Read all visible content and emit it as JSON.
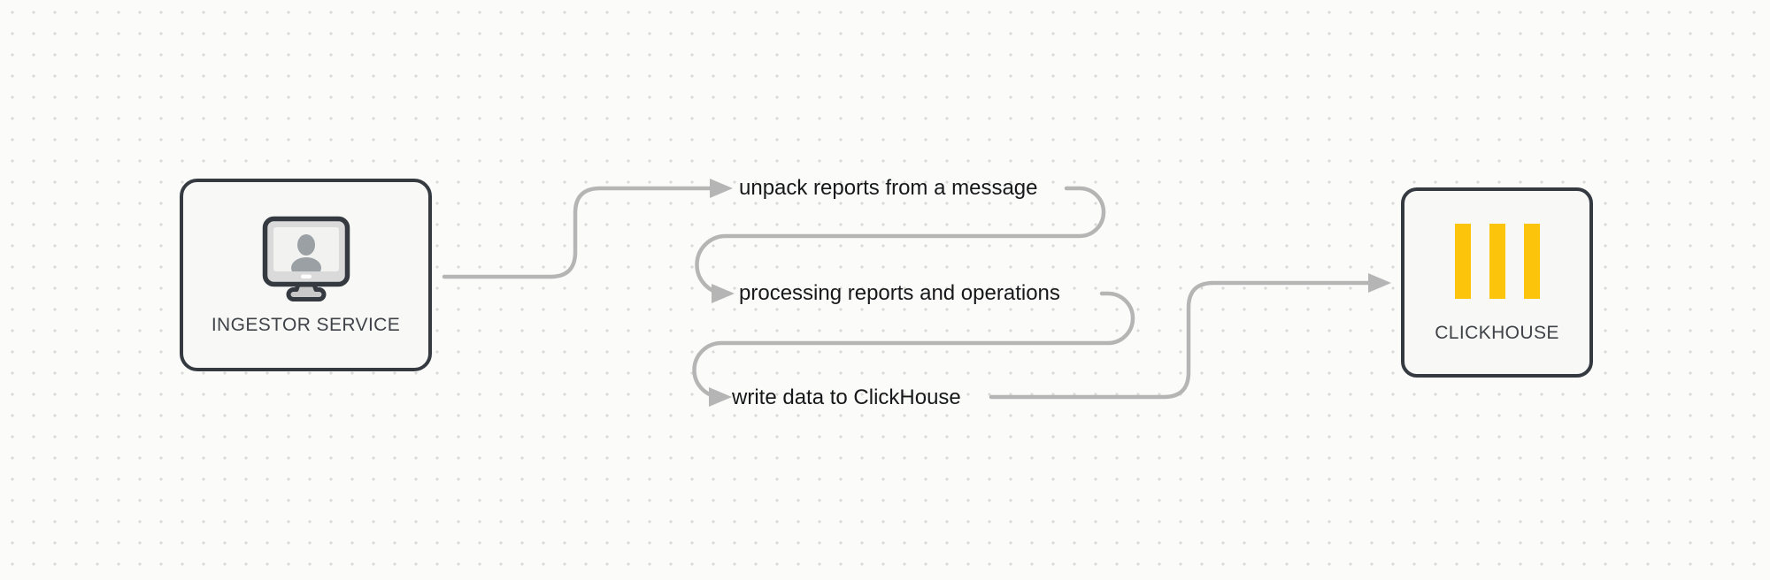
{
  "diagram": {
    "nodes": [
      {
        "id": "ingestor-service",
        "label": "INGESTOR SERVICE",
        "icon": "monitor-user-icon"
      },
      {
        "id": "clickhouse",
        "label": "CLICKHOUSE",
        "icon": "clickhouse-logo-icon"
      }
    ],
    "steps": [
      {
        "label": "unpack reports from a message"
      },
      {
        "label": "processing reports and operations"
      },
      {
        "label": "write data to ClickHouse"
      }
    ],
    "edges": [
      {
        "from": "INGESTOR SERVICE",
        "to": "unpack reports from a message"
      },
      {
        "from": "unpack reports from a message",
        "to": "processing reports and operations"
      },
      {
        "from": "processing reports and operations",
        "to": "write data to ClickHouse"
      },
      {
        "from": "write data to ClickHouse",
        "to": "CLICKHOUSE"
      }
    ]
  },
  "theme": {
    "background": "#fbfbfa",
    "dot_color": "#d9d9d5",
    "node_fill": "#f8f8f7",
    "node_border": "#343a40",
    "connector": "#b5b5b5",
    "step_text": "#17181a",
    "node_label_text": "#3f4348",
    "clickhouse_yellow": "#fdc40c",
    "monitor_bezel": "#dadada",
    "monitor_screen": "#f2f2f1",
    "person_gray": "#9aa0a4",
    "stand_gray": "#c9c9c9"
  }
}
